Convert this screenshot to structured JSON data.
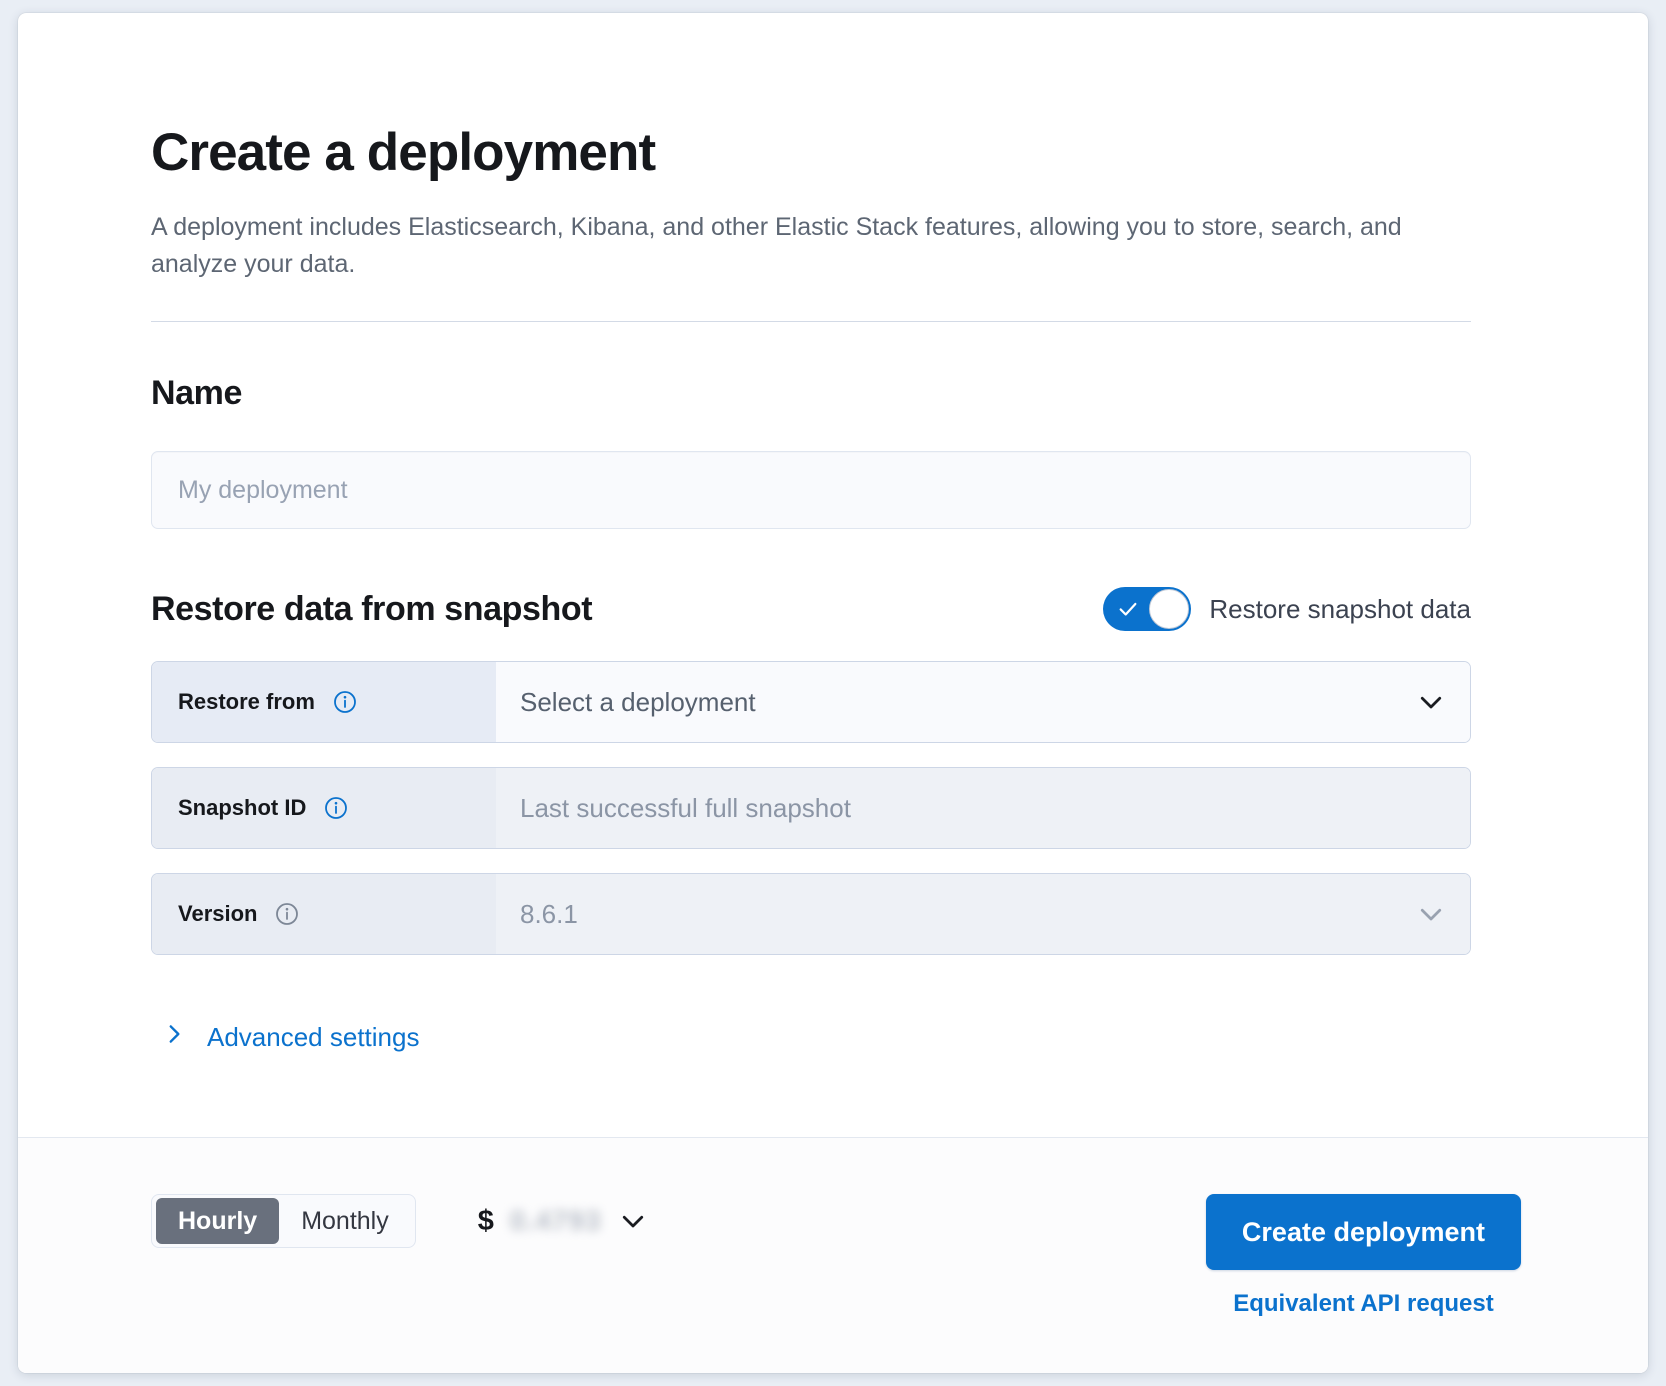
{
  "header": {
    "title": "Create a deployment",
    "subtitle": "A deployment includes Elasticsearch, Kibana, and other Elastic Stack features, allowing you to store, search, and analyze your data."
  },
  "name_section": {
    "title": "Name",
    "placeholder": "My deployment",
    "value": ""
  },
  "restore_section": {
    "title": "Restore data from snapshot",
    "toggle": {
      "label": "Restore snapshot data",
      "checked": true,
      "on_color": "#0b72cd"
    },
    "rows": [
      {
        "label": "Restore from",
        "value": "Select a deployment",
        "info_icon": "info-icon",
        "info_icon_color": "#0b72cd",
        "chevron": "chevron-down-icon",
        "disabled": false
      },
      {
        "label": "Snapshot ID",
        "value": "Last successful full snapshot",
        "info_icon": "info-icon",
        "info_icon_color": "#0b72cd",
        "chevron": "",
        "disabled": true
      },
      {
        "label": "Version",
        "value": "8.6.1",
        "info_icon": "info-icon",
        "info_icon_color": "#98a2b3",
        "chevron": "chevron-down-icon",
        "disabled": true
      }
    ],
    "advanced_settings": {
      "label": "Advanced settings",
      "icon": "chevron-right-icon",
      "color": "#0b72cd"
    }
  },
  "footer": {
    "billing_toggle": {
      "options": [
        "Hourly",
        "Monthly"
      ],
      "selected": "Hourly"
    },
    "price": {
      "currency": "$",
      "amount": "0.4793",
      "redacted": true,
      "chevron": "chevron-down-icon"
    },
    "primary_button": "Create deployment",
    "api_link": "Equivalent API request"
  }
}
